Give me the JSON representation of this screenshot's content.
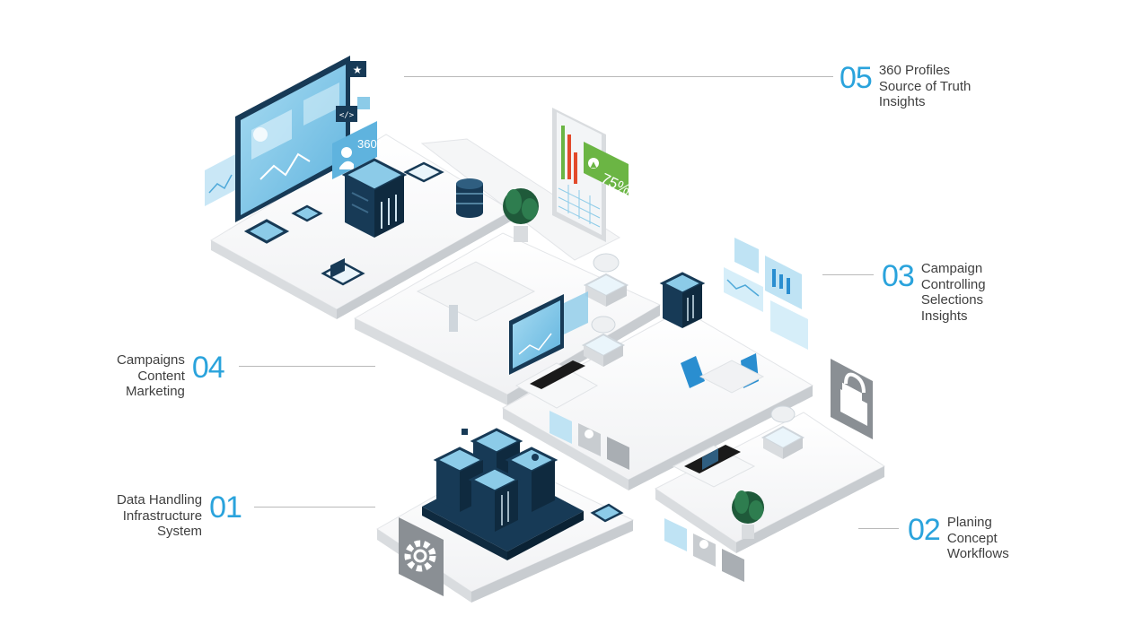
{
  "callouts": [
    {
      "number": "05",
      "lines": [
        "360 Profiles",
        "Source of Truth",
        "Insights"
      ]
    },
    {
      "number": "03",
      "lines": [
        "Campaign",
        "Controlling",
        "Selections",
        "Insights"
      ]
    },
    {
      "number": "04",
      "lines": [
        "Campaigns",
        "Content",
        "Marketing"
      ]
    },
    {
      "number": "01",
      "lines": [
        "Data Handling",
        "Infrastructure",
        "System"
      ]
    },
    {
      "number": "02",
      "lines": [
        "Planing",
        "Concept",
        "Workflows"
      ]
    }
  ],
  "badges": {
    "profile_360": "360°",
    "growth_percent": "75%",
    "code_tag": "</>"
  },
  "icons": [
    "star-icon",
    "user-icon",
    "lock-icon",
    "fingerprint-icon",
    "gear-icon",
    "cloud-icon",
    "plant-icon",
    "database-icon",
    "laptop-icon",
    "bar-chart-icon",
    "arrow-up-icon"
  ],
  "colors": {
    "accent": "#2aa3dc",
    "dark_navy": "#12324a",
    "screen_blue": "#8ccbe8",
    "green_badge": "#6bb544",
    "text": "#3f3f3f",
    "leader_line": "#b9b9b9"
  }
}
